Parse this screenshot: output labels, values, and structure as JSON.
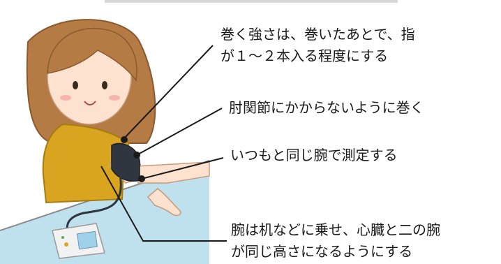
{
  "annotations": [
    {
      "id": "cuff-tightness",
      "lines": [
        "巻く強さは、巻いたあとで、指",
        "が１～２本入る程度にする"
      ]
    },
    {
      "id": "elbow-joint",
      "lines": [
        "肘関節にかからないように巻く"
      ]
    },
    {
      "id": "same-arm",
      "lines": [
        "いつもと同じ腕で測定する"
      ]
    },
    {
      "id": "heart-level",
      "lines": [
        "腕は机などに乗せ、心臓と二の腕",
        "が同じ高さになるようにする"
      ]
    }
  ],
  "colors": {
    "hair": "#b57b45",
    "skin": "#fde2cf",
    "shirt": "#d9a521",
    "cuff": "#2f3640",
    "desk": "#bfe1ee",
    "monitor": "#f2f2f2",
    "monitor_screen": "#9fd2ea",
    "leader_line": "#1a1a1a"
  }
}
